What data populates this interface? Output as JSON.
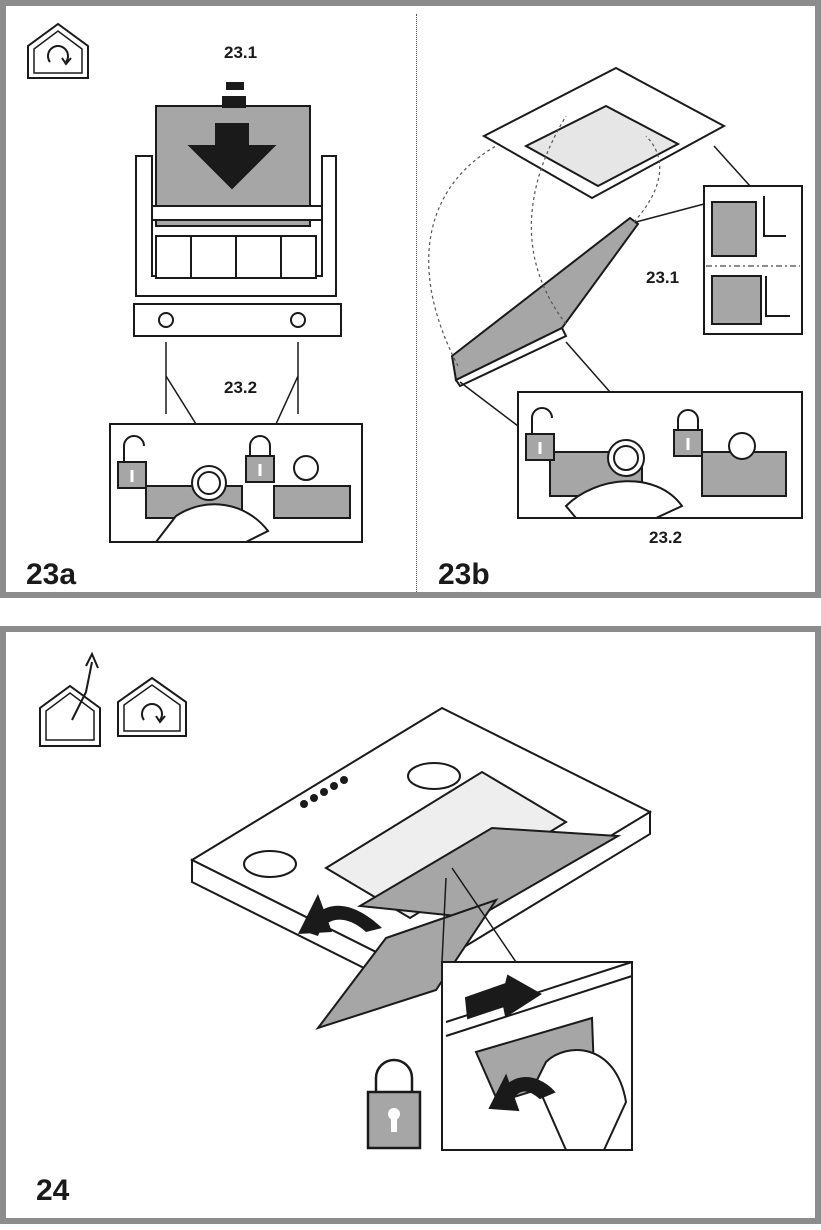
{
  "figure23": {
    "a": {
      "label": "23a",
      "step1": "23.1",
      "step2": "23.2"
    },
    "b": {
      "label": "23b",
      "step1": "23.1",
      "step2": "23.2"
    }
  },
  "figure24": {
    "label": "24"
  },
  "icons": {
    "recirculation": "house-recirculation-icon",
    "extraction": "house-extraction-icon",
    "locked": "padlock-closed-icon",
    "unlocked": "padlock-open-icon"
  },
  "colors": {
    "frame": "#8c8c8c",
    "fill_gray": "#a6a6a6",
    "line": "#1a1a1a"
  }
}
